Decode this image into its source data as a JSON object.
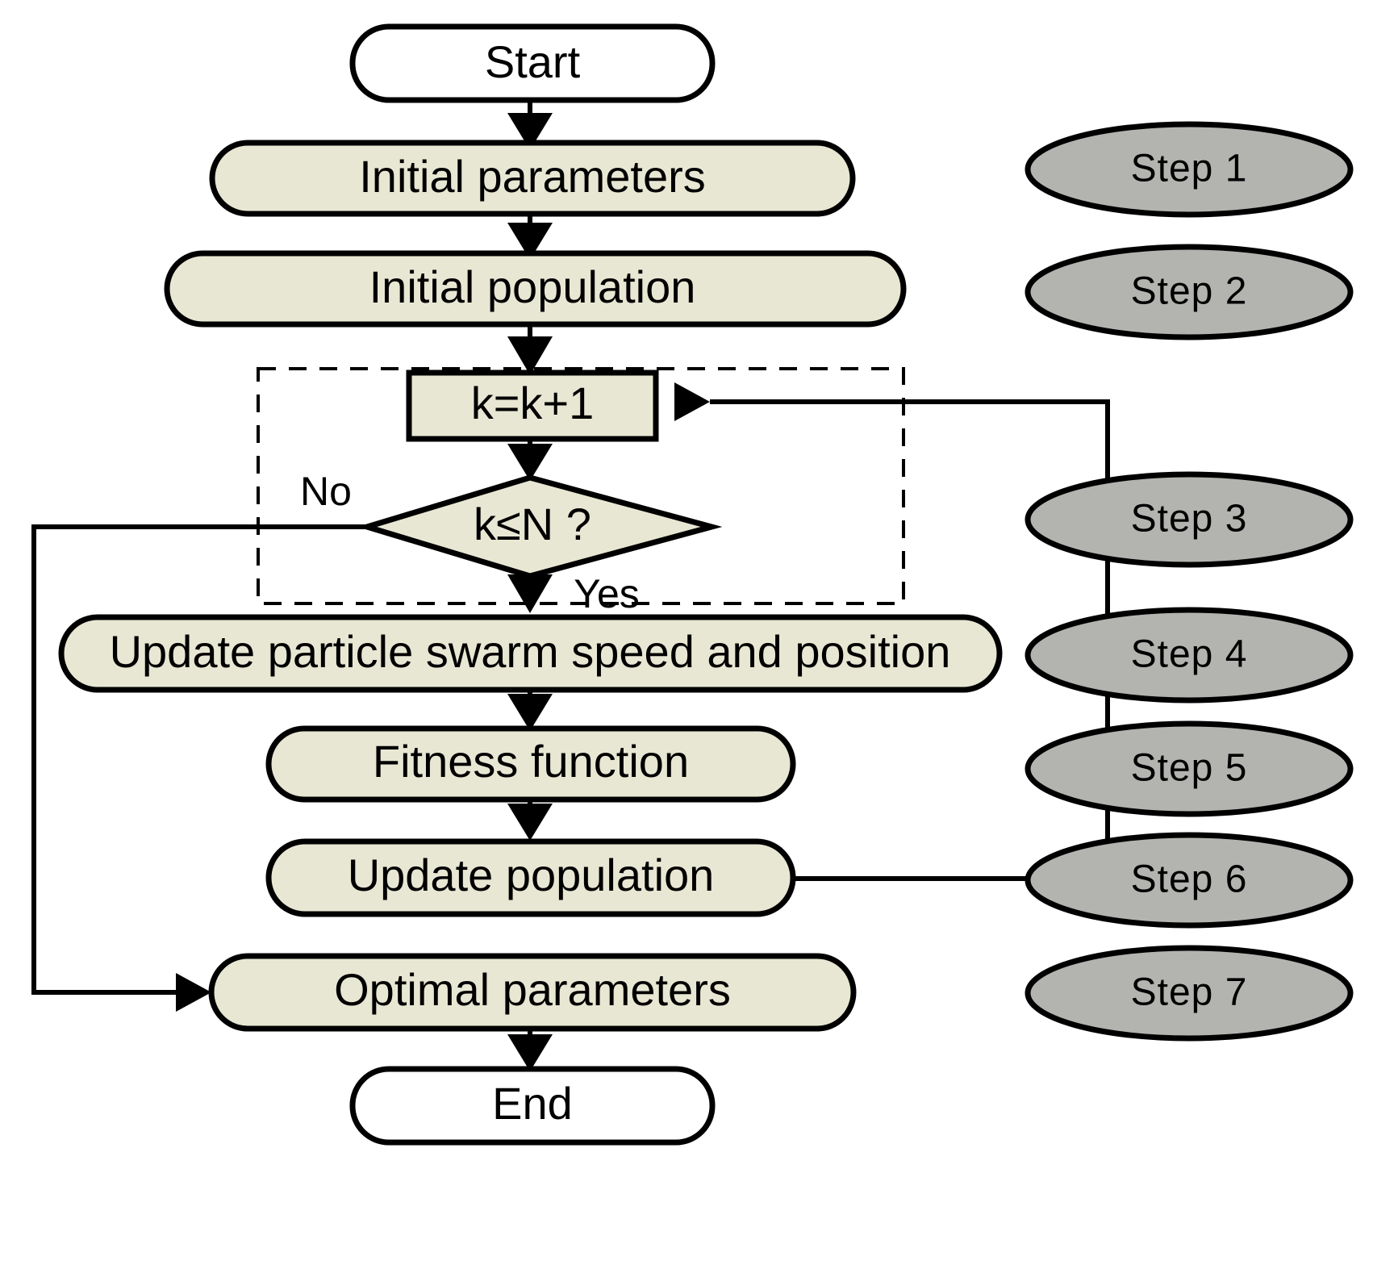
{
  "diagram": {
    "title": "PSO optimization flowchart",
    "type": "flowchart",
    "colors": {
      "process_fill": "#e8e7d3",
      "terminal_fill": "#ffffff",
      "step_fill": "#b3b3b0",
      "stroke": "#000000",
      "background": "#ffffff"
    },
    "nodes": [
      {
        "id": "start",
        "label": "Start",
        "shape": "terminal"
      },
      {
        "id": "init_par",
        "label": "Initial parameters",
        "shape": "process"
      },
      {
        "id": "init_pop",
        "label": "Initial population",
        "shape": "process"
      },
      {
        "id": "counter",
        "label": "k=k+1",
        "shape": "rectangle"
      },
      {
        "id": "decision",
        "label": "k≤N ?",
        "shape": "decision"
      },
      {
        "id": "update_v",
        "label": "Update particle swarm speed and position",
        "shape": "process"
      },
      {
        "id": "fitness",
        "label": "Fitness function",
        "shape": "process"
      },
      {
        "id": "update_p",
        "label": "Update population",
        "shape": "process"
      },
      {
        "id": "optimal",
        "label": "Optimal parameters",
        "shape": "process"
      },
      {
        "id": "end",
        "label": "End",
        "shape": "terminal"
      }
    ],
    "edge_labels": {
      "no": "No",
      "yes": "Yes"
    },
    "steps": [
      {
        "id": "step1",
        "label": "Step  1"
      },
      {
        "id": "step2",
        "label": "Step  2"
      },
      {
        "id": "step3",
        "label": "Step  3"
      },
      {
        "id": "step4",
        "label": "Step  4"
      },
      {
        "id": "step5",
        "label": "Step  5"
      },
      {
        "id": "step6",
        "label": "Step  6"
      },
      {
        "id": "step7",
        "label": "Step  7"
      }
    ]
  }
}
